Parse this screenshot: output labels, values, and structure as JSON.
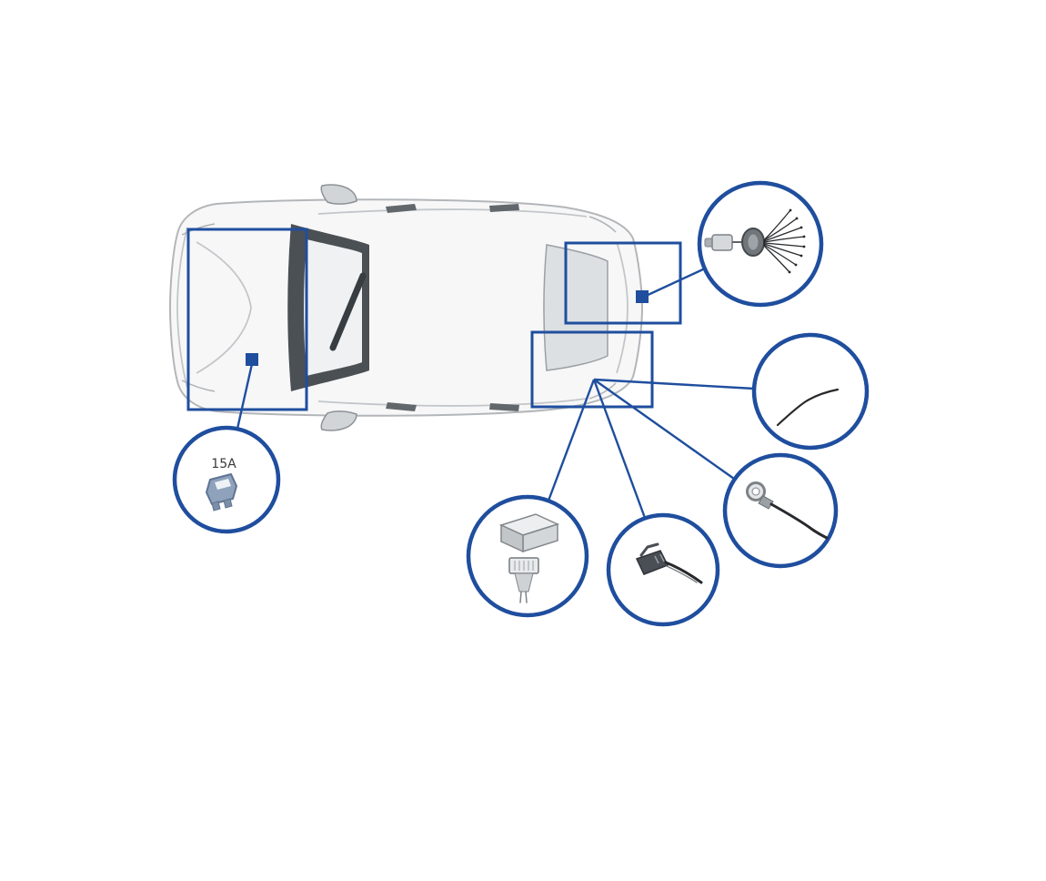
{
  "diagram": {
    "accent_color": "#1f4e9e",
    "vehicle": "car-top-view",
    "fuse_label": "15A",
    "highlight_areas": [
      {
        "id": "hood-area"
      },
      {
        "id": "rear-right-area"
      },
      {
        "id": "rear-center-area"
      }
    ],
    "callouts": [
      {
        "id": "fuse",
        "icon": "fuse-icon",
        "label": "15A"
      },
      {
        "id": "harness-grommet",
        "icon": "harness-grommet-icon"
      },
      {
        "id": "single-wire",
        "icon": "single-wire-icon"
      },
      {
        "id": "ring-terminal",
        "icon": "ring-terminal-icon"
      },
      {
        "id": "connector-plug",
        "icon": "connector-plug-icon"
      },
      {
        "id": "control-module",
        "icon": "control-module-icon"
      }
    ]
  }
}
